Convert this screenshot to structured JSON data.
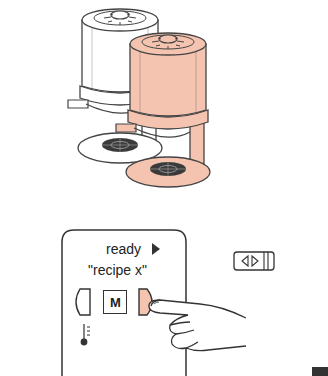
{
  "diagram": {
    "nodes": [
      {
        "text": [
          "ready",
          "\"recipe x\""
        ]
      },
      {
        "text": [
          "M"
        ],
        "in": 0
      }
    ]
  }
}
